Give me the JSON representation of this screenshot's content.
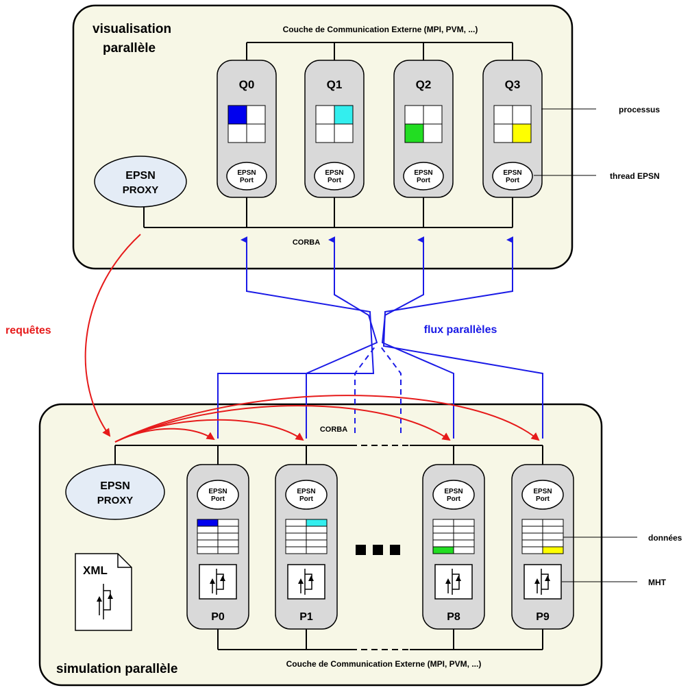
{
  "visualisation": {
    "title_line1": "visualisation",
    "title_line2": "parallèle",
    "comm_layer": "Couche de Communication Externe (MPI, PVM, ...)",
    "corba": "CORBA",
    "proxy_line1": "EPSN",
    "proxy_line2": "PROXY",
    "nodes": [
      {
        "label": "Q0",
        "port_line1": "EPSN",
        "port_line2": "Port",
        "highlight": 0,
        "color": "#0000ee"
      },
      {
        "label": "Q1",
        "port_line1": "EPSN",
        "port_line2": "Port",
        "highlight": 1,
        "color": "#33eeee"
      },
      {
        "label": "Q2",
        "port_line1": "EPSN",
        "port_line2": "Port",
        "highlight": 2,
        "color": "#22dd22"
      },
      {
        "label": "Q3",
        "port_line1": "EPSN",
        "port_line2": "Port",
        "highlight": 3,
        "color": "#ffff00"
      }
    ]
  },
  "simulation": {
    "title": "simulation parallèle",
    "comm_layer": "Couche de Communication Externe (MPI, PVM, ...)",
    "corba": "CORBA",
    "proxy_line1": "EPSN",
    "proxy_line2": "PROXY",
    "xml_label": "XML",
    "nodes": [
      {
        "label": "P0",
        "port_line1": "EPSN",
        "port_line2": "Port",
        "row": 0,
        "col": 0,
        "color": "#0000ee"
      },
      {
        "label": "P1",
        "port_line1": "EPSN",
        "port_line2": "Port",
        "row": 0,
        "col": 1,
        "color": "#33eeee"
      },
      {
        "label": "P8",
        "port_line1": "EPSN",
        "port_line2": "Port",
        "row": 4,
        "col": 0,
        "color": "#22dd22"
      },
      {
        "label": "P9",
        "port_line1": "EPSN",
        "port_line2": "Port",
        "row": 4,
        "col": 1,
        "color": "#ffff00"
      }
    ]
  },
  "labels": {
    "requetes": "requêtes",
    "flux": "flux parallèles",
    "processus": "processus",
    "thread": "thread EPSN",
    "donnees": "données",
    "mht": "MHT"
  },
  "colors": {
    "container": "#f7f7e6",
    "node": "#d9d9d9",
    "proxy": "#e4ecf6",
    "flow": "#1a1ae6",
    "requests": "#e61a1a"
  }
}
